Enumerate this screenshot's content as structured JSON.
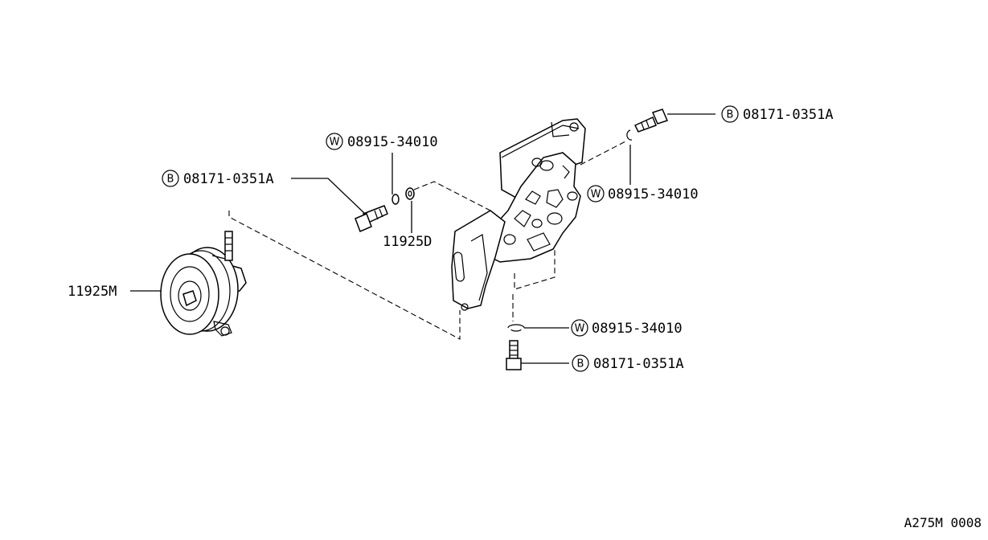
{
  "callouts": {
    "bolt_top_right": {
      "symbol": "B",
      "part_no": "08171-0351A"
    },
    "washer_right": {
      "symbol": "W",
      "part_no": "08915-34010"
    },
    "washer_top_left": {
      "symbol": "W",
      "part_no": "08915-34010"
    },
    "bolt_left": {
      "symbol": "B",
      "part_no": "08171-0351A"
    },
    "spacer": {
      "part_no": "11925D"
    },
    "pulley": {
      "part_no": "11925M"
    },
    "washer_bottom": {
      "symbol": "W",
      "part_no": "08915-34010"
    },
    "bolt_bottom": {
      "symbol": "B",
      "part_no": "08171-0351A"
    }
  },
  "reference_code": "A275M 0008"
}
